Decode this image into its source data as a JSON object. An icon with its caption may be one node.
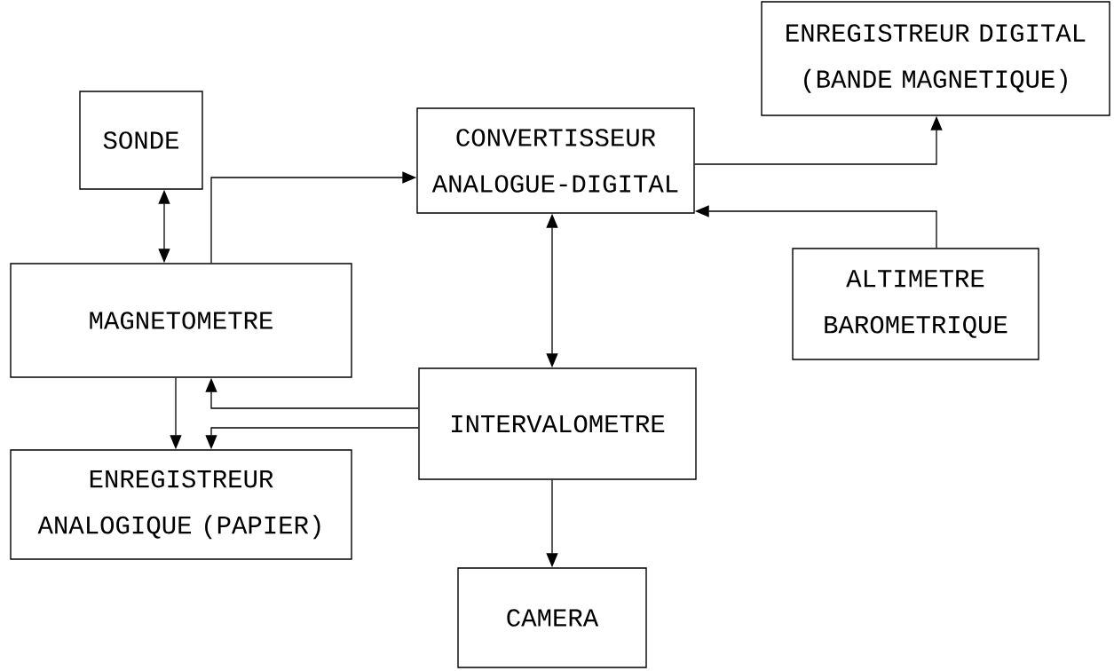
{
  "diagram": {
    "nodes": [
      {
        "text": [
          "SONDE"
        ]
      },
      {
        "text": [
          "MAGNETOMETRE"
        ]
      },
      {
        "text": [
          "ENREGISTREUR ANALOGIQUE (PAPIER)"
        ]
      },
      {
        "text": [
          "CONVERTISSEUR ANALOGUE-DIGITAL"
        ]
      },
      {
        "text": [
          "ENREGISTREUR DIGITAL (BANDE MAGNETIQUE)"
        ]
      },
      {
        "text": [
          "ALTIMETRE BAROMETRIQUE"
        ]
      },
      {
        "text": [
          "INTERVALOMETRE"
        ]
      },
      {
        "text": [
          "CAMERA"
        ]
      }
    ],
    "edges": [
      {
        "from": 0,
        "to": 1,
        "arrow": "both"
      },
      {
        "from": 1,
        "to": 3,
        "arrow": "to"
      },
      {
        "from": 3,
        "to": 4,
        "arrow": "to"
      },
      {
        "from": 5,
        "to": 3,
        "arrow": "to"
      },
      {
        "from": 3,
        "to": 6,
        "arrow": "both"
      },
      {
        "from": 6,
        "to": 1,
        "arrow": "to"
      },
      {
        "from": 6,
        "to": 2,
        "arrow": "to"
      },
      {
        "from": 1,
        "to": 2,
        "arrow": "to"
      },
      {
        "from": 6,
        "to": 7,
        "arrow": "to"
      }
    ]
  }
}
